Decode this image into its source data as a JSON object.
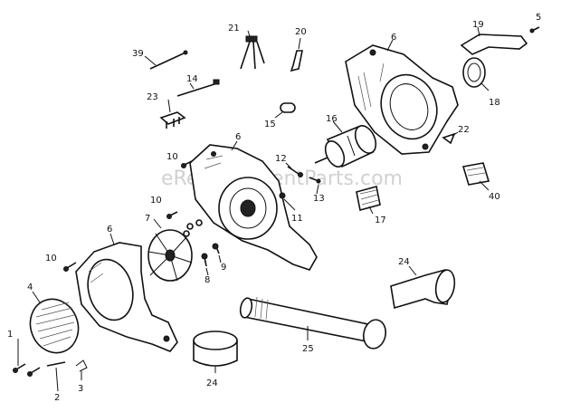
{
  "watermark": "eReplacementParts.com",
  "callouts": [
    {
      "id": "c1",
      "text": "1"
    },
    {
      "id": "c2",
      "text": "2"
    },
    {
      "id": "c3",
      "text": "3"
    },
    {
      "id": "c4",
      "text": "4"
    },
    {
      "id": "c5",
      "text": "5"
    },
    {
      "id": "c6a",
      "text": "6"
    },
    {
      "id": "c6b",
      "text": "6"
    },
    {
      "id": "c6c",
      "text": "6"
    },
    {
      "id": "c7",
      "text": "7"
    },
    {
      "id": "c8",
      "text": "8"
    },
    {
      "id": "c9",
      "text": "9"
    },
    {
      "id": "c10a",
      "text": "10"
    },
    {
      "id": "c10b",
      "text": "10"
    },
    {
      "id": "c10c",
      "text": "10"
    },
    {
      "id": "c11",
      "text": "11"
    },
    {
      "id": "c12",
      "text": "12"
    },
    {
      "id": "c13",
      "text": "13"
    },
    {
      "id": "c14",
      "text": "14"
    },
    {
      "id": "c15",
      "text": "15"
    },
    {
      "id": "c16",
      "text": "16"
    },
    {
      "id": "c17",
      "text": "17"
    },
    {
      "id": "c18",
      "text": "18"
    },
    {
      "id": "c19",
      "text": "19"
    },
    {
      "id": "c20",
      "text": "20"
    },
    {
      "id": "c21",
      "text": "21"
    },
    {
      "id": "c22",
      "text": "22"
    },
    {
      "id": "c23",
      "text": "23"
    },
    {
      "id": "c24a",
      "text": "24"
    },
    {
      "id": "c24b",
      "text": "24"
    },
    {
      "id": "c25",
      "text": "25"
    },
    {
      "id": "c39",
      "text": "39"
    },
    {
      "id": "c40",
      "text": "40"
    }
  ]
}
